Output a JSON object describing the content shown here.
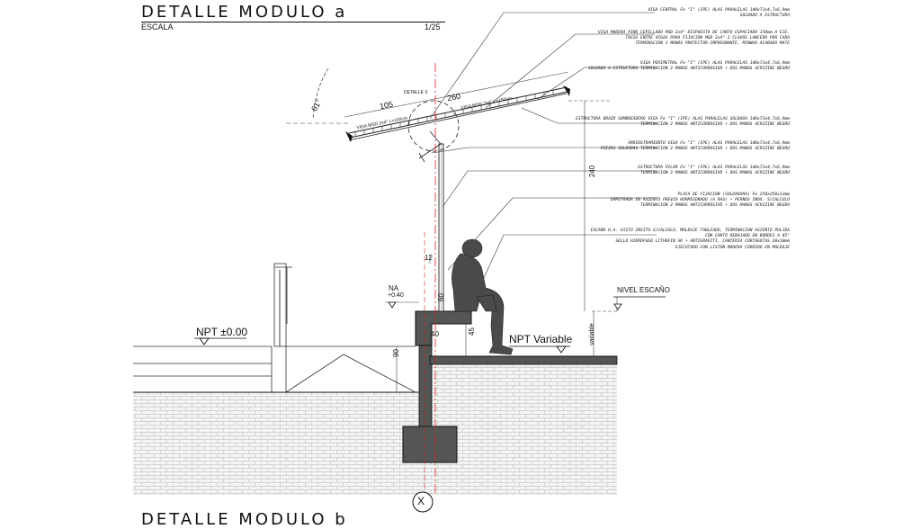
{
  "title": "DETALLE MODULO a",
  "scale_label": "ESCALA",
  "scale_value": "1/25",
  "next_title": "DETALLE MODULO b",
  "notes": [
    [
      "VIGA CENTRAL  Fe \"I\" (IPE) ALAS PARALELAS 140x73x4,7x6,9mm",
      "SOLDADO A ESTRUCTURA"
    ],
    [
      "VIGA MADERA PINO CEPILLADO MSD 2x4\" DISPUESTA DE CANTO ESPACIADO 150mm A EJE.",
      "TACOS ENTRE VIGAS PARA FIJACION MSD 2x4\" 2 CLAVOS LANCERO POR CARA",
      "TERMINACION 3 MANOS PROTECTOR-IMPREGNANTE, MINWAX ACABADO MATE"
    ],
    [
      "VIGA PERIMETRAL  Fe \"I\" (IPE) ALAS PARALELAS 140x73x4,7x6,9mm",
      "SOLDADO A ESTRUCTURA TERMINACION 2 MANOS ANTICORROSIVO + DOS MANOS ACRIZINC NEGRO"
    ],
    [
      "ESTRUCTURA BRAZO SOMBREADERO VIGA Fe \"I\" (IPE) ALAS PARALELAS SOLDADA 140x73x4,7x6,9mm",
      "TERMINACION 2 MANOS ANTICORROSIVO + DOS MANOS ACRIZINC NEGRO"
    ],
    [
      "ARRIOSTRAMIENTO VIGA Fe \"I\" (IPE) ALAS PARALELAS 140x73x4,7x6,9mm",
      "PIEZAS SOLDADAS TERMINACION 2 MANOS ANTICORROSIVO + DOS MANOS ACRIZINC NEGRO"
    ],
    [
      "ESTRUCTURA PILAR  Fe \"I\" (IPE) ALAS PARALELAS 140x73x4,7x6,9mm",
      "TERMINACION 2 MANOS ANTICORROSIVO + DOS MANOS ACRIZINC NEGRO"
    ],
    [
      "PLACA DE FIJACION (SOLDADURA) Fe 250x250x12mm",
      "EMPOTRADA EN ASIENTO PREVIO HORMIGONADO (A RAS) + PERNOS INOX. S/CALCULO",
      "TERMINACION 2 MANOS ANTICORROSIVO + DOS MANOS ACRIZINC NEGRO"
    ],
    [
      "ESCAÑO H.A. VISTO INSITU S/CALCULO, MOLDAJE TABLEADO, TERMINACION ASIENTO PULIDA",
      "CON CANTO REBAJADO EN BORDES A 45°",
      "SELLO HIDROFUGO LITHOFIN SK + ANTIGRAFITI, CANTERIA CORTAGOTAS 20x10mm",
      "EJECUTADO CON LISTON MADERA CORRIDO EN MOLDAJE"
    ]
  ],
  "labels": {
    "detalle_x": "DETALLE X",
    "angle": "61°",
    "dim_105": "105",
    "dim_260": "260",
    "beam_left": "VIGA MSD 2x4\" L=100cm",
    "beam_right": "VIGA MSD 2x4\" L=150cm",
    "dim_240": "240",
    "dim_12": "12",
    "dim_60": "60",
    "dim_40": "40",
    "dim_45": "45",
    "dim_90": "90",
    "na": "NA",
    "na_value": "+0.40",
    "npt_000": "NPT ±0.00",
    "npt_variable": "NPT Variable",
    "variable": "variable",
    "nivel_escano": "NIVEL ESCAÑO",
    "axis_x": "X"
  }
}
